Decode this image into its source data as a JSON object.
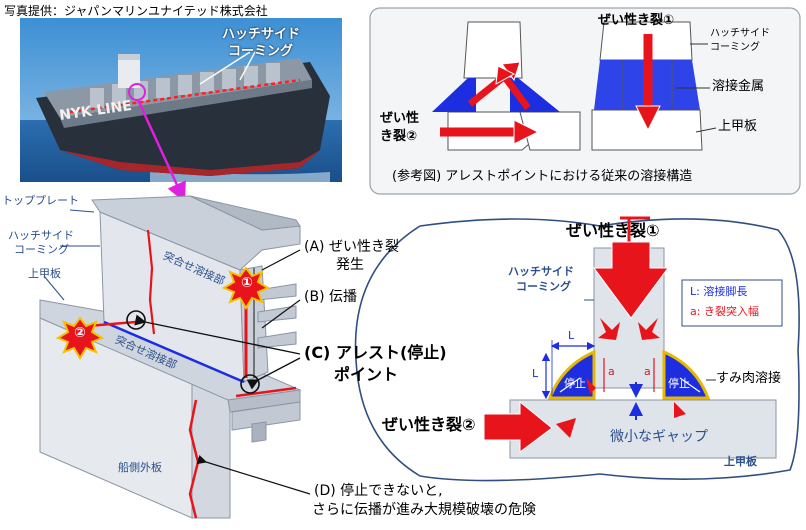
{
  "credit": "写真提供：ジャパンマリンユナイテッド株式会社",
  "photo": {
    "hull_name": "NYK LINE",
    "label_line1": "ハッチサイド",
    "label_line2": "コーミング"
  },
  "reference": {
    "crack1": "ぜい性き裂①",
    "crack2_line1": "ぜい性",
    "crack2_line2": "き裂②",
    "hatch_line1": "ハッチサイド",
    "hatch_line2": "コーミング",
    "weld_metal": "溶接金属",
    "upper_deck": "上甲板",
    "caption": "(参考図) アレストポイントにおける従来の溶接構造"
  },
  "structure": {
    "top_plate": "トッププレート",
    "hatch_line1": "ハッチサイド",
    "hatch_line2": "コーミング",
    "upper_deck": "上甲板",
    "butt_weld_upper": "突合せ溶接部",
    "butt_weld_lower": "突合せ溶接部",
    "side_shell": "船側外板",
    "marker1": "①",
    "marker2": "②",
    "note_a_line1": "(A) ぜい性き裂",
    "note_a_line2": "発生",
    "note_b": "(B) 伝播",
    "note_c_line1": "(C) アレスト(停止)",
    "note_c_line2": "ポイント",
    "note_d_line1": "(D) 停止できないと,",
    "note_d_line2": "さらに伝播が進み大規模破壊の危険"
  },
  "detail": {
    "crack1": "ぜい性き裂①",
    "crack2": "ぜい性き裂②",
    "hatch_line1": "ハッチサイド",
    "hatch_line2": "コーミング",
    "legend_l": "L: 溶接脚長",
    "legend_a": "a: き裂突入幅",
    "dim_l_horizontal": "L",
    "dim_l_vertical": "L",
    "dim_a_left": "a",
    "dim_a_right": "a",
    "stop_left": "停止",
    "stop_right": "停止",
    "fillet_weld": "すみ肉溶接",
    "small_gap": "微小なギャップ",
    "upper_deck": "上甲板"
  },
  "colors": {
    "crack_red": "#e8141b",
    "weld_blue": "#1c2ee0",
    "weld_fill": "#2f44e8",
    "fillet_outline": "#e6b800",
    "steel_fill": "#dfe3ea",
    "label_blue": "#2a4f8c",
    "callout_magenta": "#e020e0"
  }
}
